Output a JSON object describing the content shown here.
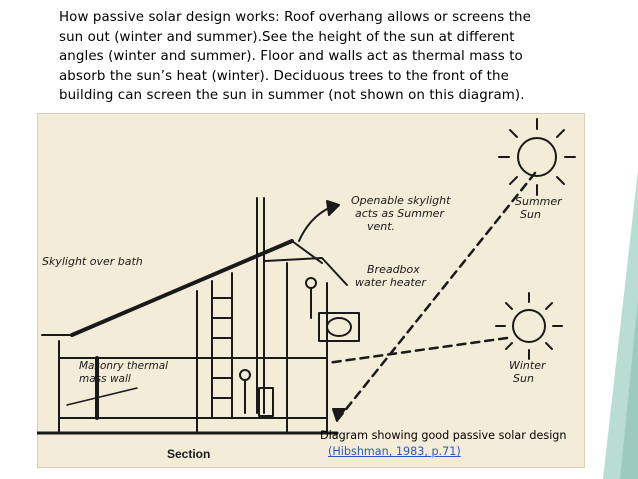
{
  "caption": "How passive solar design works: Roof overhang allows or screens the sun out (winter and summer).See the height of the sun at different angles (winter and summer). Floor and walls act as thermal mass to absorb the sun’s heat (winter). Deciduous trees to the front of the building can screen the sun in summer (not shown on this diagram).",
  "diagram": {
    "labels": {
      "skylight_bath": "Skylight over bath",
      "openable_line1": "Openable skylight",
      "openable_line2": "acts as Summer",
      "openable_line3": "vent.",
      "breadbox_line1": "Breadbox",
      "breadbox_line2": "water heater",
      "summer_line1": "Summer",
      "summer_line2": "Sun",
      "winter_line1": "Winter",
      "winter_line2": "Sun",
      "masonry_line1": "Masonry thermal",
      "masonry_line2": "mass wall",
      "section": "Section"
    }
  },
  "footer": {
    "description": "Diagram showing good passive solar design",
    "reference": "(Hibshman, 1983, p.71)"
  },
  "colors": {
    "paper": "#f3ecd8",
    "ink": "#1a1a1a",
    "link": "#2b57c9",
    "accent": "#b9dcd3"
  }
}
